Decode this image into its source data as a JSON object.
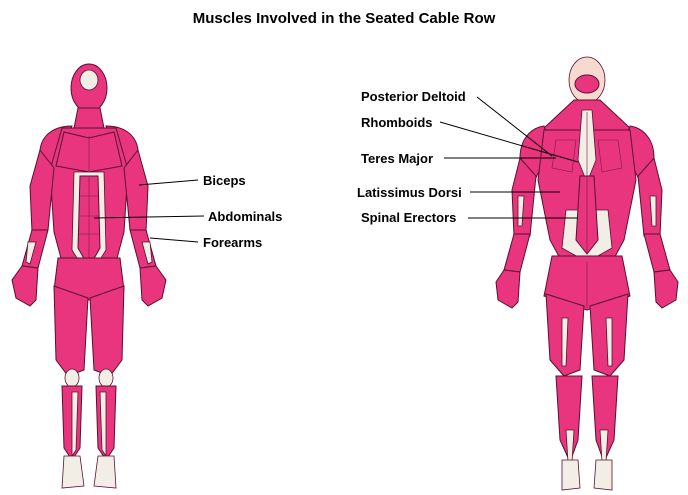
{
  "title": "Muscles Involved in the Seated Cable Row",
  "colors": {
    "muscle": "#e8357e",
    "muscle_dark": "#b8125a",
    "tendon": "#f2eee6",
    "outline": "#3a1a26",
    "skin": "#f6d9cf"
  },
  "front_labels": [
    {
      "id": "biceps",
      "text": "Biceps"
    },
    {
      "id": "abdominals",
      "text": "Abdominals"
    },
    {
      "id": "forearms",
      "text": "Forearms"
    }
  ],
  "back_labels": [
    {
      "id": "posterior-deltoid",
      "text": "Posterior Deltoid"
    },
    {
      "id": "rhomboids",
      "text": "Rhomboids"
    },
    {
      "id": "teres-major",
      "text": "Teres Major"
    },
    {
      "id": "latissimus-dorsi",
      "text": "Latissimus Dorsi"
    },
    {
      "id": "spinal-erectors",
      "text": "Spinal Erectors"
    }
  ]
}
